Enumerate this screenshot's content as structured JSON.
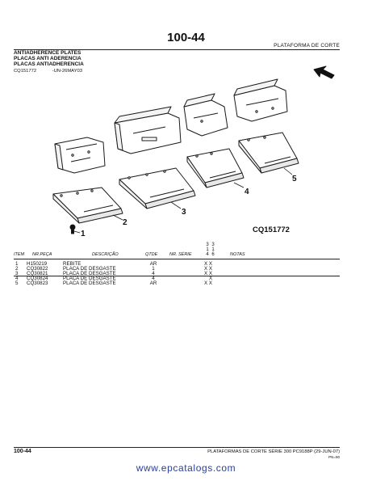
{
  "header": {
    "page_number": "100-44",
    "section": "PLATAFORMA DE CORTE"
  },
  "titles": [
    "ANTIADHERENCE PLATES",
    "PLACAS ANTI ADERENCIA",
    "PLACAS ANTIADHERENCIA"
  ],
  "figure_ref": {
    "code": "CQ151772",
    "stamp": "-UN-26MAY03"
  },
  "illustration": {
    "figure_id": "CQ151772",
    "callouts": [
      "1",
      "2",
      "3",
      "4",
      "5"
    ]
  },
  "table": {
    "serial_digits": [
      [
        "3",
        "1",
        "4"
      ],
      [
        "3",
        "1",
        "6"
      ]
    ],
    "headers": {
      "item": "ITEM",
      "part_no": "NR.PEÇA",
      "description": "DESCRIÇÃO",
      "qty": "QTDE",
      "serial": "NR. SÉRIE",
      "notes": "NOTAS"
    },
    "rows": [
      {
        "item": "1",
        "part_no": "H150219",
        "description": "REBITE",
        "qty": "AR",
        "marks": "X X"
      },
      {
        "item": "2",
        "part_no": "CQ30822",
        "description": "PLACA DE DESGASTE",
        "qty": "1",
        "marks": "X X"
      },
      {
        "item": "3",
        "part_no": "CQ30821",
        "description": "PLACA DE DESGASTE",
        "qty": "4",
        "marks": "X X"
      },
      {
        "item": "4",
        "part_no": "CQ30824",
        "description": "PLACA DE DESGASTE",
        "qty": "4",
        "marks": "X"
      },
      {
        "item": "5",
        "part_no": "CQ30823",
        "description": "PLACA DE DESGASTE",
        "qty": "AR",
        "marks": "X X"
      }
    ]
  },
  "footer": {
    "page_number": "100-44",
    "right_text": "PLATAFORMAS DE CORTE SÉRIE 300   PC9188P    (29-JUN-07)",
    "sub_text": "PN=90"
  },
  "watermark": "www.epcatalogs.com"
}
